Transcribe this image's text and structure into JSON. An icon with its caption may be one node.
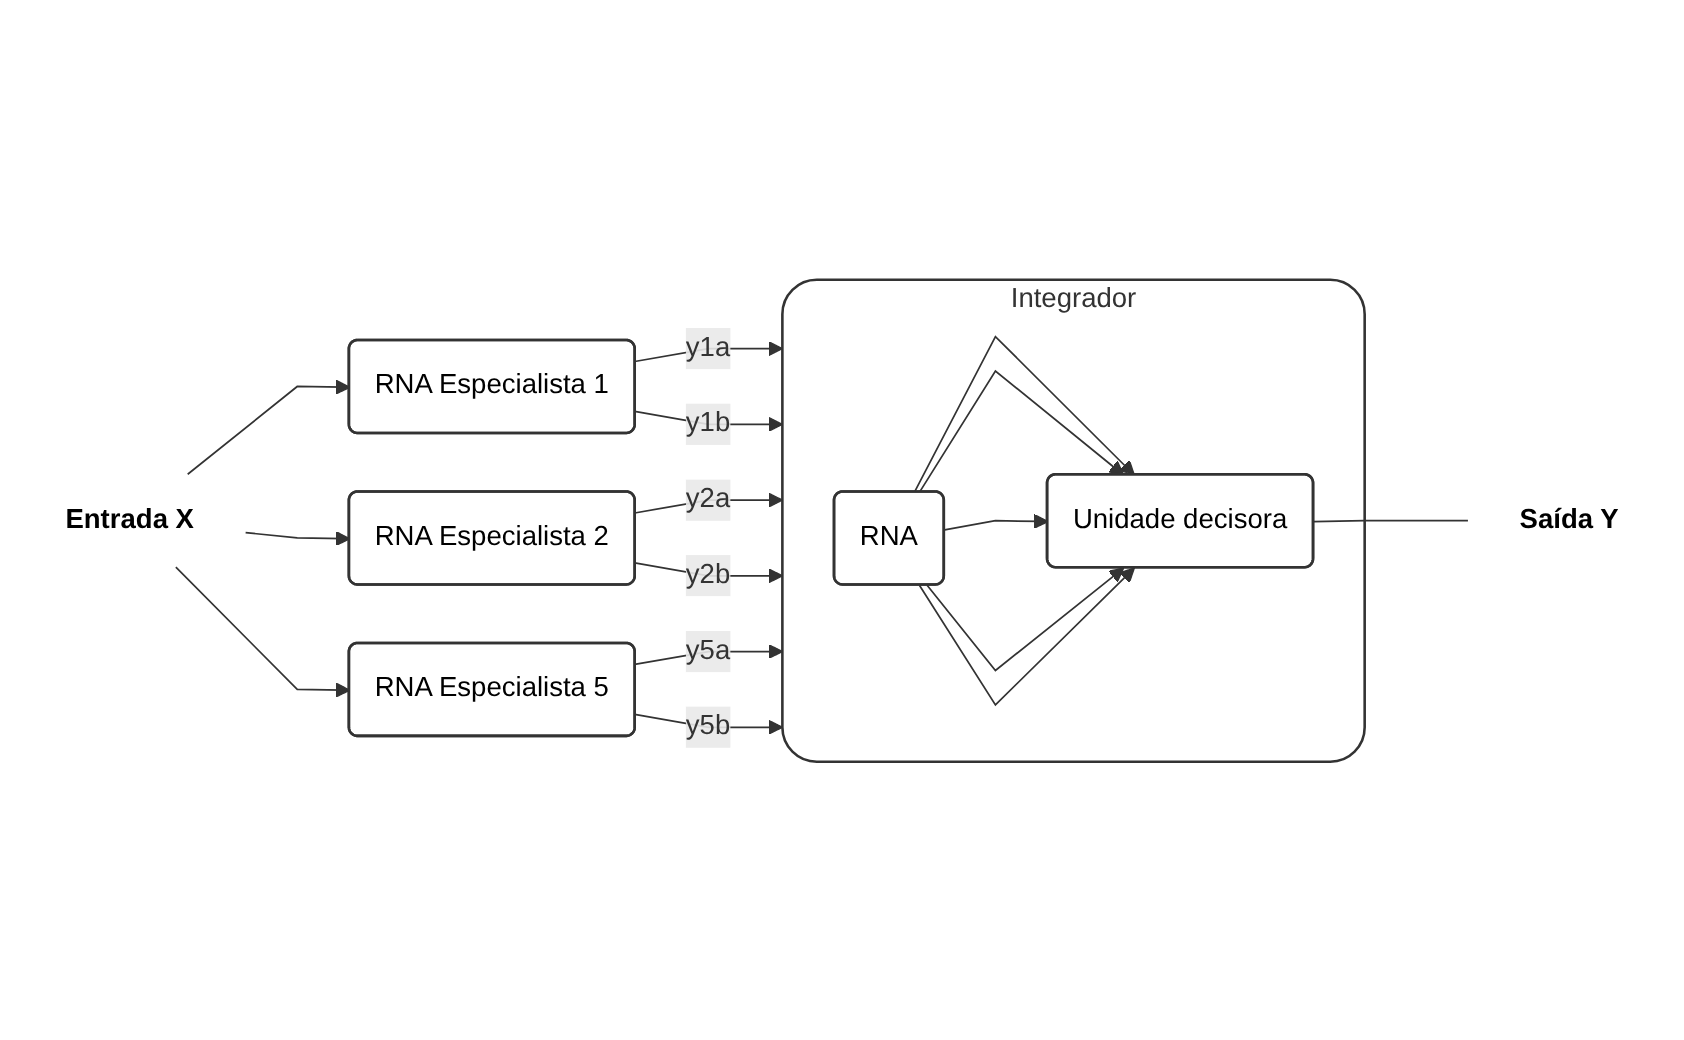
{
  "diagram": {
    "nodes": [
      {
        "text": [
          "Entrada X"
        ]
      },
      {
        "text": [
          "RNA Especialista 1"
        ]
      },
      {
        "text": [
          "RNA Especialista 2"
        ]
      },
      {
        "text": [
          "RNA Especialista 5"
        ]
      },
      {
        "text": [
          "Integrador"
        ]
      },
      {
        "text": [
          "RNA"
        ],
        "in": 4
      },
      {
        "text": [
          "Unidade decisora"
        ],
        "in": 4
      },
      {
        "text": [
          "Saída Y"
        ]
      }
    ],
    "edges": [
      {
        "from": 0,
        "to": 1,
        "arrow": "to"
      },
      {
        "from": 0,
        "to": 2,
        "arrow": "to"
      },
      {
        "from": 0,
        "to": 3,
        "arrow": "to"
      },
      {
        "from": 1,
        "to": 4,
        "arrow": "to",
        "label": "y1a"
      },
      {
        "from": 1,
        "to": 4,
        "arrow": "to",
        "label": "y1b"
      },
      {
        "from": 2,
        "to": 4,
        "arrow": "to",
        "label": "y2a"
      },
      {
        "from": 2,
        "to": 4,
        "arrow": "to",
        "label": "y2b"
      },
      {
        "from": 3,
        "to": 4,
        "arrow": "to",
        "label": "y5a"
      },
      {
        "from": 3,
        "to": 4,
        "arrow": "to",
        "label": "y5b"
      },
      {
        "from": 5,
        "to": 6,
        "arrow": "to"
      },
      {
        "from": 5,
        "to": 6,
        "arrow": "to"
      },
      {
        "from": 5,
        "to": 6,
        "arrow": "to"
      },
      {
        "from": 5,
        "to": 6,
        "arrow": "to"
      },
      {
        "from": 5,
        "to": 6,
        "arrow": "to"
      },
      {
        "from": 6,
        "to": 7,
        "arrow": "none"
      }
    ]
  }
}
